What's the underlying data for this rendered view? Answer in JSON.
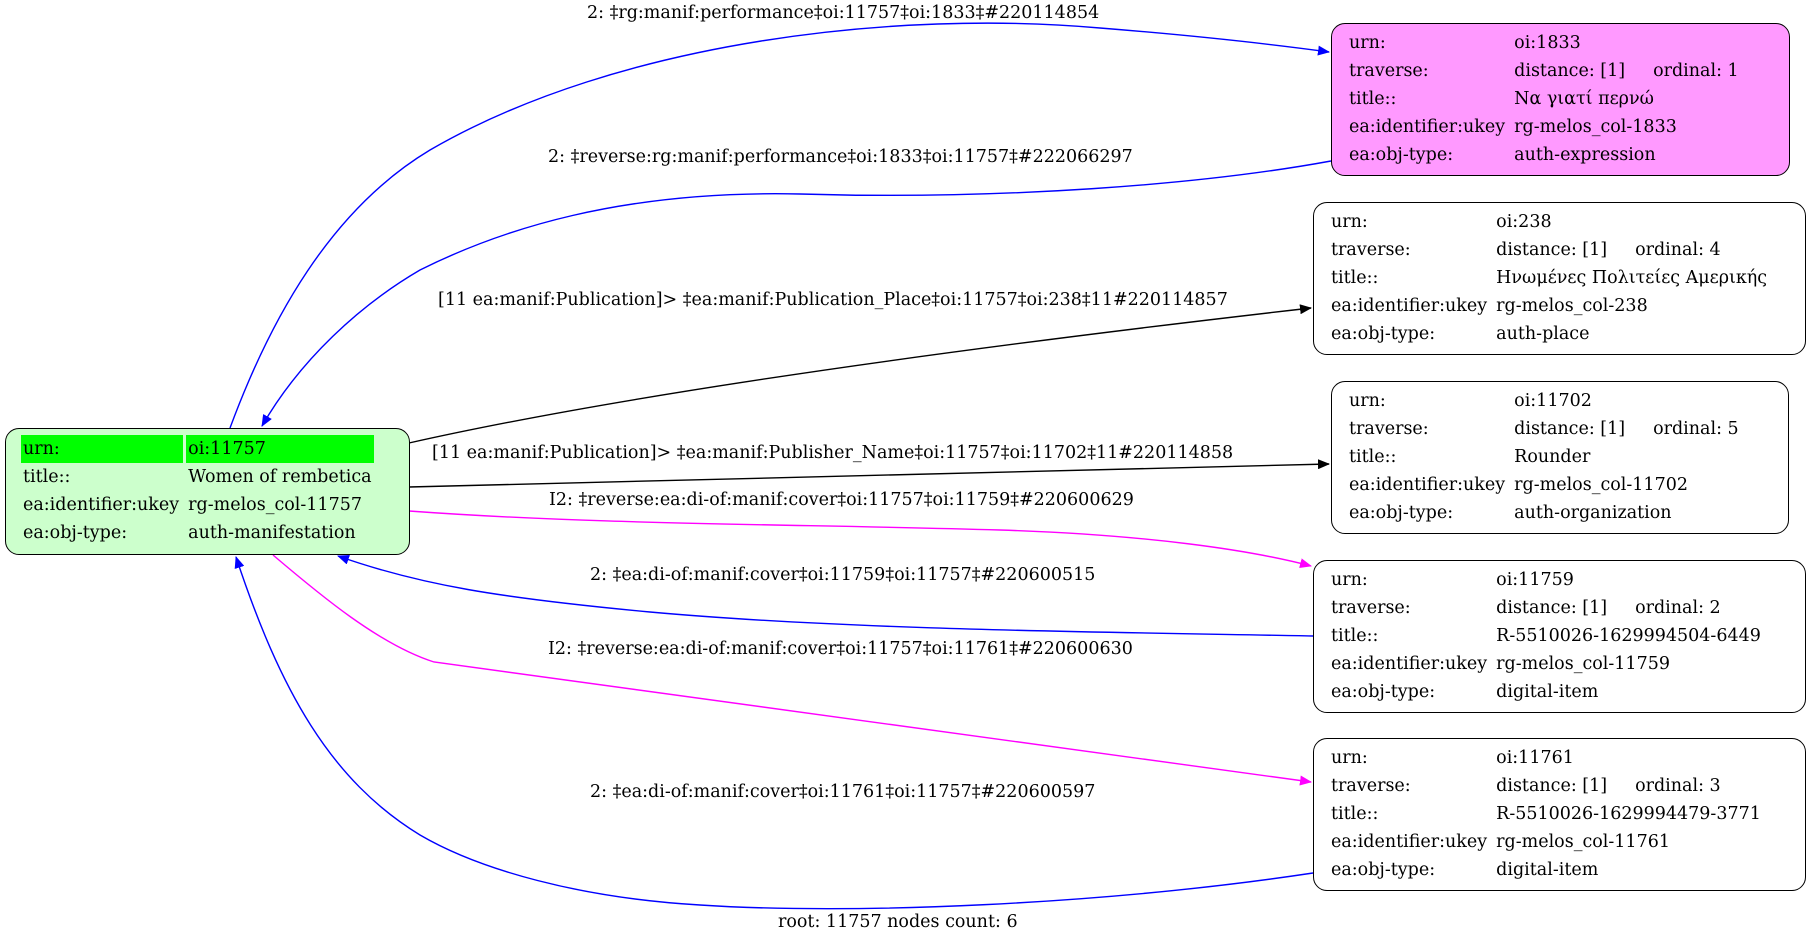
{
  "graph": {
    "footer": "root: 11757 nodes count: 6",
    "colors": {
      "root_fill": "#ccffcc",
      "root_highlight": "#00ff00",
      "expression_fill": "#ff99ff",
      "edge_blue": "#0000ff",
      "edge_magenta": "#ff00ff",
      "edge_black": "#000000"
    },
    "root": {
      "urn_key": "urn:",
      "urn": "oi:11757",
      "title_key": "title::",
      "title": "Women of rembetica",
      "ukey_key": "ea:identifier:ukey",
      "ukey": "rg-melos_col-11757",
      "type_key": "ea:obj-type:",
      "type": "auth-manifestation"
    },
    "nodes": [
      {
        "urn_key": "urn:",
        "urn": "oi:1833",
        "traverse_key": "traverse:",
        "distance": "distance: [1]",
        "ordinal": "ordinal: 1",
        "title_key": "title::",
        "title": "Να γιατί περνώ",
        "ukey_key": "ea:identifier:ukey",
        "ukey": "rg-melos_col-1833",
        "type_key": "ea:obj-type:",
        "type": "auth-expression"
      },
      {
        "urn_key": "urn:",
        "urn": "oi:238",
        "traverse_key": "traverse:",
        "distance": "distance: [1]",
        "ordinal": "ordinal: 4",
        "title_key": "title::",
        "title": "Ηνωμένες Πολιτείες Αμερικής",
        "ukey_key": "ea:identifier:ukey",
        "ukey": "rg-melos_col-238",
        "type_key": "ea:obj-type:",
        "type": "auth-place"
      },
      {
        "urn_key": "urn:",
        "urn": "oi:11702",
        "traverse_key": "traverse:",
        "distance": "distance: [1]",
        "ordinal": "ordinal: 5",
        "title_key": "title::",
        "title": "Rounder",
        "ukey_key": "ea:identifier:ukey",
        "ukey": "rg-melos_col-11702",
        "type_key": "ea:obj-type:",
        "type": "auth-organization"
      },
      {
        "urn_key": "urn:",
        "urn": "oi:11759",
        "traverse_key": "traverse:",
        "distance": "distance: [1]",
        "ordinal": "ordinal: 2",
        "title_key": "title::",
        "title": "R-5510026-1629994504-6449",
        "ukey_key": "ea:identifier:ukey",
        "ukey": "rg-melos_col-11759",
        "type_key": "ea:obj-type:",
        "type": "digital-item"
      },
      {
        "urn_key": "urn:",
        "urn": "oi:11761",
        "traverse_key": "traverse:",
        "distance": "distance: [1]",
        "ordinal": "ordinal: 3",
        "title_key": "title::",
        "title": "R-5510026-1629994479-3771",
        "ukey_key": "ea:identifier:ukey",
        "ukey": "rg-melos_col-11761",
        "type_key": "ea:obj-type:",
        "type": "digital-item"
      }
    ],
    "edges": [
      {
        "label": "2: ‡rg:manif:performance‡oi:11757‡oi:1833‡#220114854",
        "color": "blue",
        "from": "oi:11757",
        "to": "oi:1833"
      },
      {
        "label": "2: ‡reverse:rg:manif:performance‡oi:1833‡oi:11757‡#222066297",
        "color": "blue",
        "from": "oi:1833",
        "to": "oi:11757"
      },
      {
        "label": "[11 ea:manif:Publication]> ‡ea:manif:Publication_Place‡oi:11757‡oi:238‡11#220114857",
        "color": "black",
        "from": "oi:11757",
        "to": "oi:238"
      },
      {
        "label": "[11 ea:manif:Publication]> ‡ea:manif:Publisher_Name‡oi:11757‡oi:11702‡11#220114858",
        "color": "black",
        "from": "oi:11757",
        "to": "oi:11702"
      },
      {
        "label": "I2: ‡reverse:ea:di-of:manif:cover‡oi:11757‡oi:11759‡#220600629",
        "color": "magenta",
        "from": "oi:11757",
        "to": "oi:11759"
      },
      {
        "label": "2: ‡ea:di-of:manif:cover‡oi:11759‡oi:11757‡#220600515",
        "color": "blue",
        "from": "oi:11759",
        "to": "oi:11757"
      },
      {
        "label": "I2: ‡reverse:ea:di-of:manif:cover‡oi:11757‡oi:11761‡#220600630",
        "color": "magenta",
        "from": "oi:11757",
        "to": "oi:11761"
      },
      {
        "label": "2: ‡ea:di-of:manif:cover‡oi:11761‡oi:11757‡#220600597",
        "color": "blue",
        "from": "oi:11761",
        "to": "oi:11757"
      }
    ]
  }
}
